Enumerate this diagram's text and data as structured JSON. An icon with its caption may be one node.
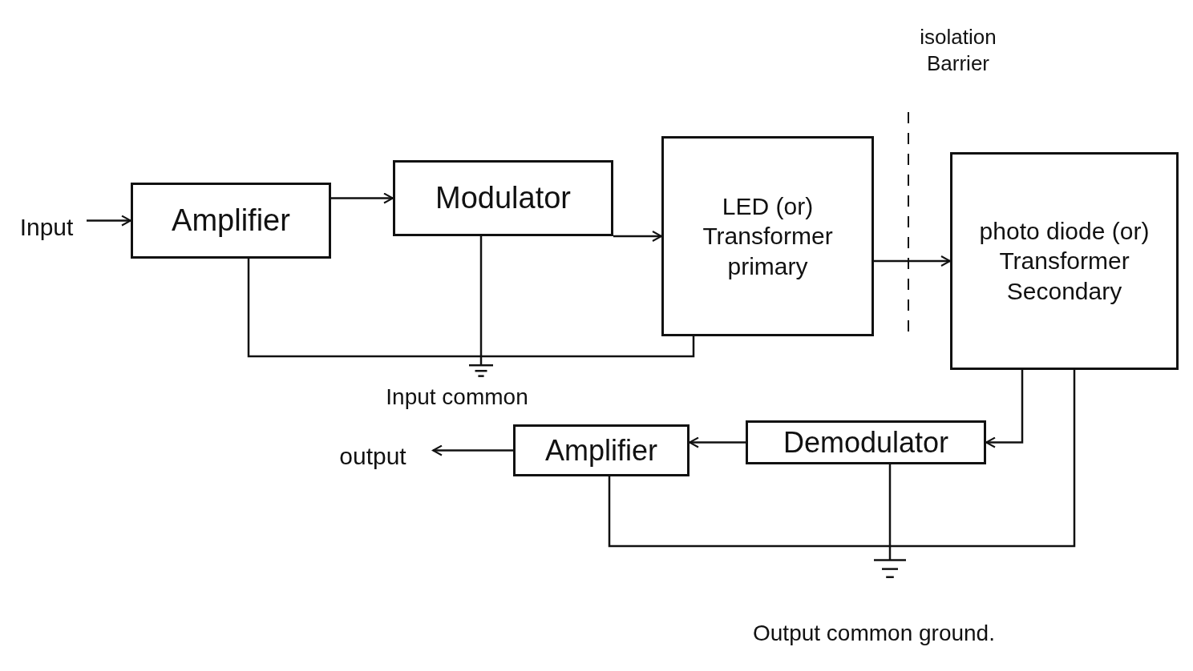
{
  "diagram": {
    "nodes": [
      {
        "text": [
          "Input"
        ]
      },
      {
        "text": [
          "Amplifier"
        ]
      },
      {
        "text": [
          "Modulator"
        ]
      },
      {
        "text": [
          "LED (or) Transformer primary"
        ]
      },
      {
        "text": [
          "photo diode (or) Transformer Secondary"
        ]
      },
      {
        "text": [
          "Demodulator"
        ]
      },
      {
        "text": [
          "Amplifier"
        ]
      },
      {
        "text": [
          "output"
        ]
      },
      {
        "text": [],
        "shape": "ground",
        "beside": [
          "Input common"
        ]
      },
      {
        "text": [],
        "shape": "ground",
        "beside": [
          "Output common ground."
        ]
      }
    ],
    "edges": [
      {
        "from": 0,
        "to": 1,
        "arrow": "to"
      },
      {
        "from": 1,
        "to": 2,
        "arrow": "to"
      },
      {
        "from": 2,
        "to": 3,
        "arrow": "to"
      },
      {
        "from": 3,
        "to": 4,
        "arrow": "to"
      },
      {
        "from": 4,
        "to": 5,
        "arrow": "to"
      },
      {
        "from": 5,
        "to": 6,
        "arrow": "to"
      },
      {
        "from": 6,
        "to": 7,
        "arrow": "to"
      },
      {
        "from": 1,
        "to": 8,
        "arrow": "none"
      },
      {
        "from": 2,
        "to": 8,
        "arrow": "none"
      },
      {
        "from": 3,
        "to": 8,
        "arrow": "none"
      },
      {
        "from": 6,
        "to": 9,
        "arrow": "none"
      },
      {
        "from": 5,
        "to": 9,
        "arrow": "none"
      },
      {
        "from": 4,
        "to": 9,
        "arrow": "none"
      }
    ],
    "labels": [
      "isolation Barrier"
    ]
  }
}
